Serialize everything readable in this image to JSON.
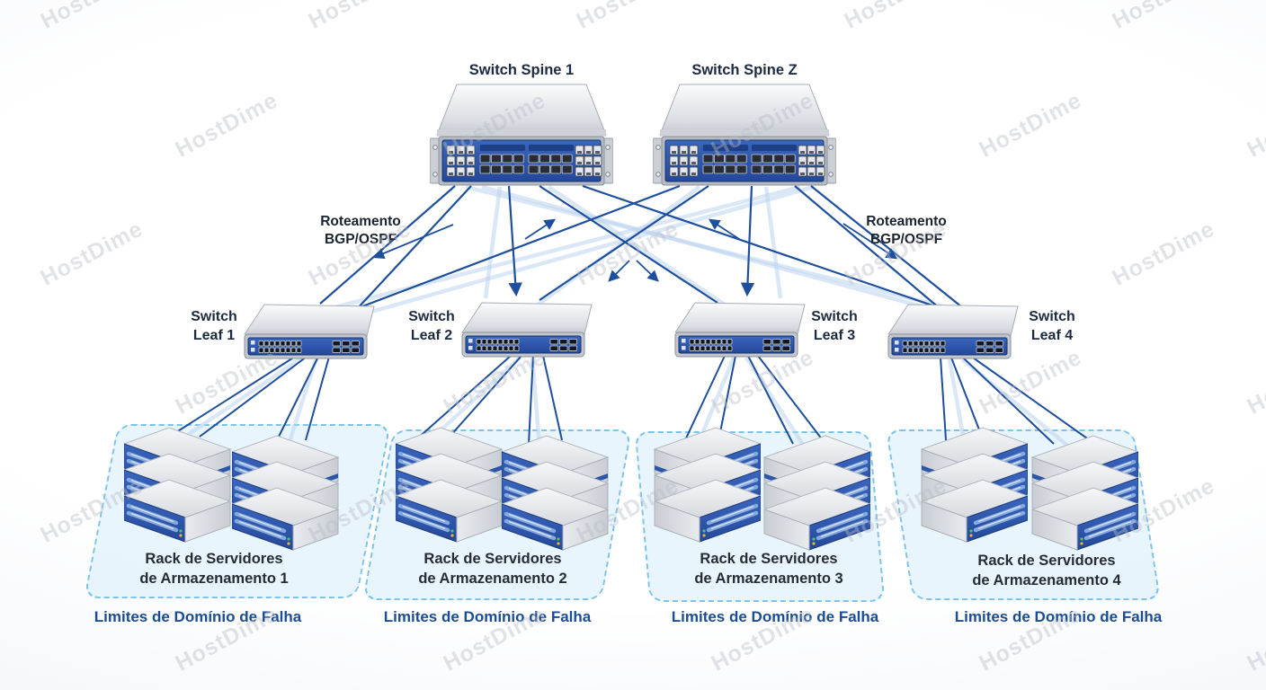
{
  "watermark": {
    "text": "HostDime"
  },
  "spines": [
    {
      "label": "Switch Spine 1"
    },
    {
      "label": "Switch Spine Z"
    }
  ],
  "leaves": [
    {
      "line1": "Switch",
      "line2": "Leaf 1"
    },
    {
      "line1": "Switch",
      "line2": "Leaf 2"
    },
    {
      "line1": "Switch",
      "line2": "Leaf 3"
    },
    {
      "line1": "Switch",
      "line2": "Leaf 4"
    }
  ],
  "routing": {
    "left": {
      "line1": "Roteamento",
      "line2": "BGP/OSPF"
    },
    "right": {
      "line1": "Roteamento",
      "line2": "BGP/OSPF"
    }
  },
  "racks": [
    {
      "label_line1": "Rack de Servidores",
      "label_line2": "de Armazenamento 1",
      "boundary": "Limites de Domínio de Falha"
    },
    {
      "label_line1": "Rack de Servidores",
      "label_line2": "de Armazenamento 2",
      "boundary": "Limites de Domínio de Falha"
    },
    {
      "label_line1": "Rack de Servidores",
      "label_line2": "de Armazenamento 3",
      "boundary": "Limites de Domínio de Falha"
    },
    {
      "label_line1": "Rack de Servidores",
      "label_line2": "de Armazenamento 4",
      "boundary": "Limites de Domínio de Falha"
    }
  ],
  "colors": {
    "line_dark": "#1e4f9d",
    "line_light": "#b9d2ee",
    "panel_blue": "#2d55a8",
    "zone_fill": "#d3ecfa",
    "zone_border": "#7ec3e8",
    "text_dark": "#1f2937",
    "text_blue": "#1b4d92",
    "watermark_color": "#b9bdc7"
  }
}
